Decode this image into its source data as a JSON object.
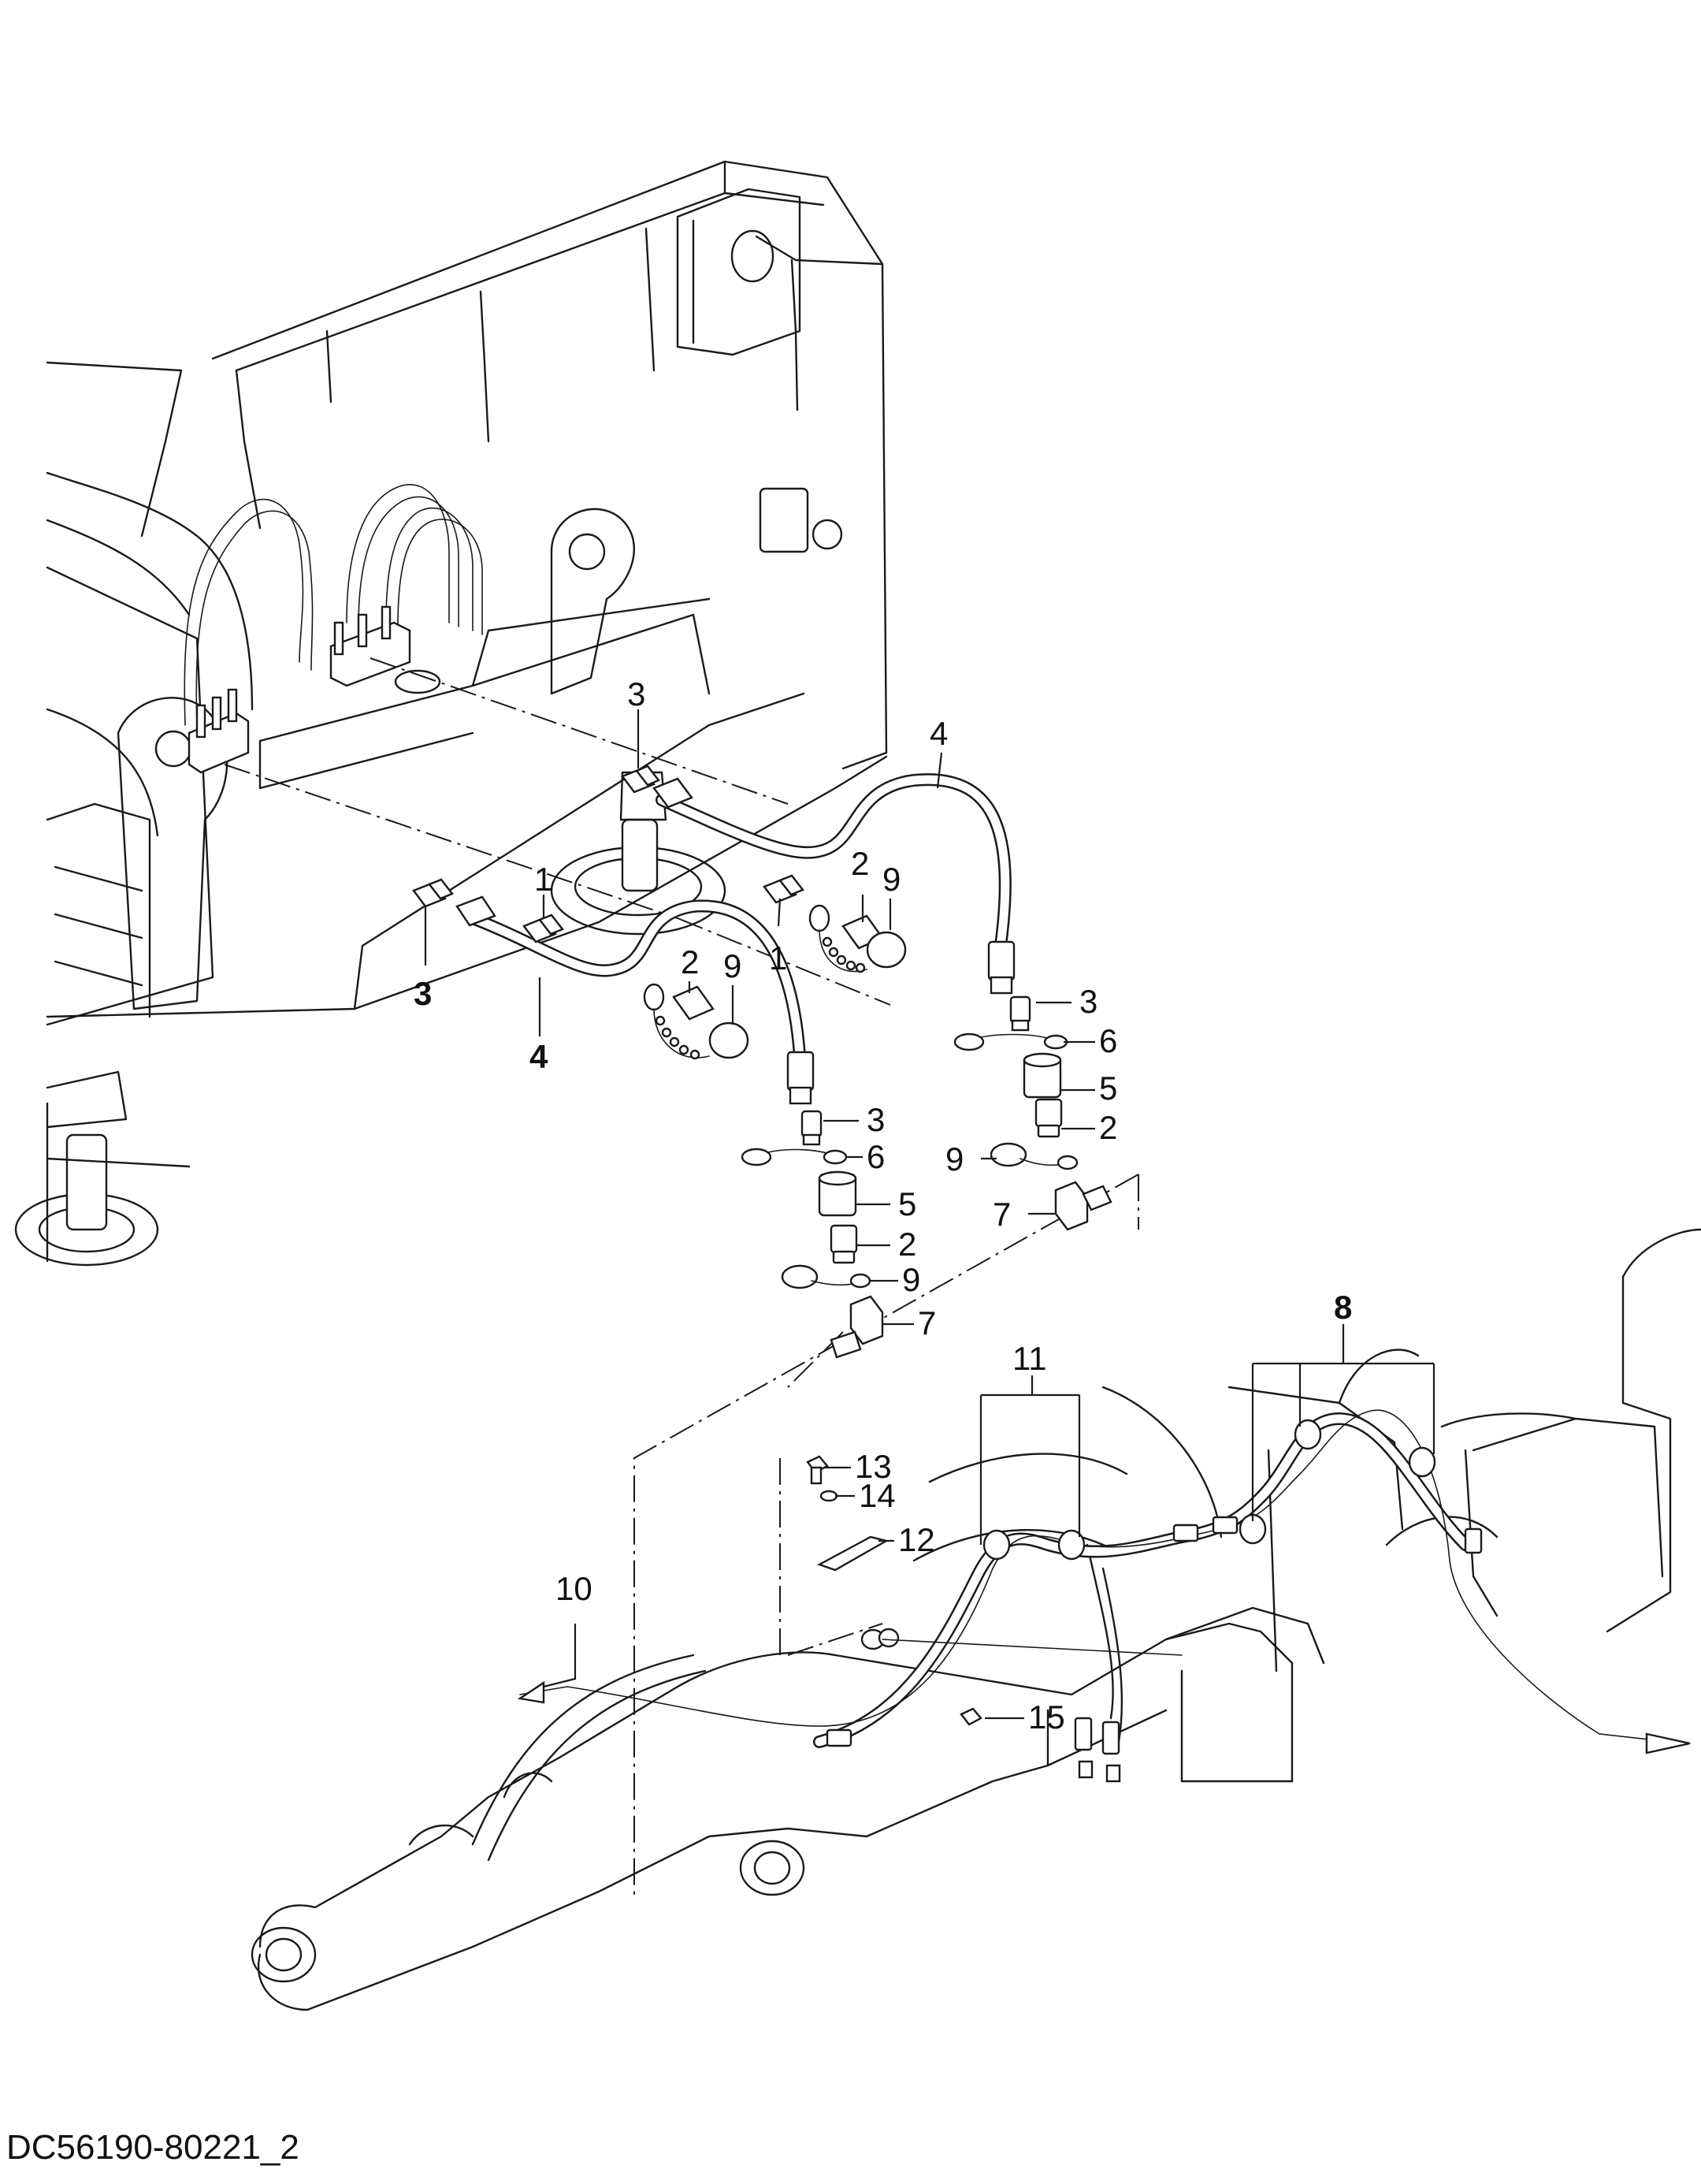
{
  "drawing": {
    "code": "DC56190-80221_2",
    "callouts": {
      "c1a": "1",
      "c1b": "1",
      "c2a": "2",
      "c2b": "2",
      "c2c": "2",
      "c2d": "2",
      "c3a": "3",
      "c3b": "3",
      "c3c": "3",
      "c3d": "3",
      "c4a": "4",
      "c4b": "4",
      "c5a": "5",
      "c5b": "5",
      "c6a": "6",
      "c6b": "6",
      "c7a": "7",
      "c7b": "7",
      "c8": "8",
      "c9a": "9",
      "c9b": "9",
      "c9c": "9",
      "c9d": "9",
      "c10": "10",
      "c11": "11",
      "c12": "12",
      "c13": "13",
      "c14": "14",
      "c15": "15"
    }
  }
}
